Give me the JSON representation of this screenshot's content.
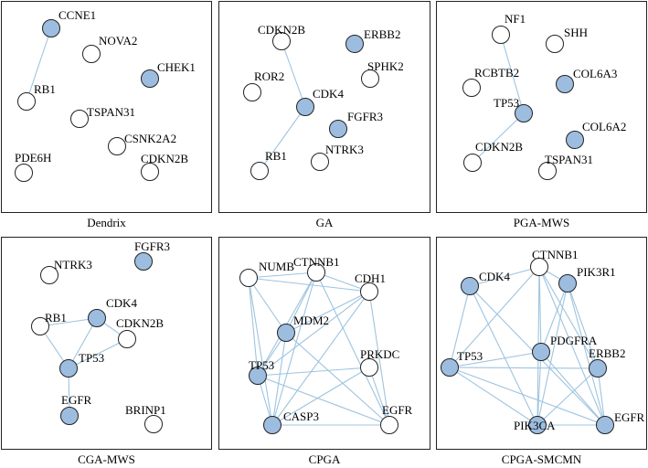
{
  "colors": {
    "filled": "#9dbde0",
    "empty": "#ffffff",
    "stroke": "#222222",
    "edge": "#9ec4df"
  },
  "panels": [
    {
      "caption": "Dendrix",
      "nodes": [
        {
          "id": "CCNE1",
          "label": "CCNE1",
          "filled": true
        },
        {
          "id": "NOVA2",
          "label": "NOVA2",
          "filled": false
        },
        {
          "id": "CHEK1",
          "label": "CHEK1",
          "filled": true
        },
        {
          "id": "RB1",
          "label": "RB1",
          "filled": false
        },
        {
          "id": "TSPAN31",
          "label": "TSPAN31",
          "filled": false
        },
        {
          "id": "CSNK2A2",
          "label": "CSNK2A2",
          "filled": false
        },
        {
          "id": "PDE6H",
          "label": "PDE6H",
          "filled": false
        },
        {
          "id": "CDKN2B",
          "label": "CDKN2B",
          "filled": false
        }
      ],
      "edges": [
        [
          "CCNE1",
          "RB1"
        ]
      ]
    },
    {
      "caption": "GA",
      "nodes": [
        {
          "id": "CDKN2B",
          "label": "CDKN2B",
          "filled": false
        },
        {
          "id": "ERBB2",
          "label": "ERBB2",
          "filled": true
        },
        {
          "id": "SPHK2",
          "label": "SPHK2",
          "filled": false
        },
        {
          "id": "ROR2",
          "label": "ROR2",
          "filled": false
        },
        {
          "id": "CDK4",
          "label": "CDK4",
          "filled": true
        },
        {
          "id": "FGFR3",
          "label": "FGFR3",
          "filled": true
        },
        {
          "id": "RB1",
          "label": "RB1",
          "filled": false
        },
        {
          "id": "NTRK3",
          "label": "NTRK3",
          "filled": false
        }
      ],
      "edges": [
        [
          "CDKN2B",
          "CDK4"
        ],
        [
          "CDK4",
          "RB1"
        ]
      ]
    },
    {
      "caption": "PGA-MWS",
      "nodes": [
        {
          "id": "NF1",
          "label": "NF1",
          "filled": false
        },
        {
          "id": "SHH",
          "label": "SHH",
          "filled": false
        },
        {
          "id": "RCBTB2",
          "label": "RCBTB2",
          "filled": false
        },
        {
          "id": "COL6A3",
          "label": "COL6A3",
          "filled": true
        },
        {
          "id": "TP53",
          "label": "TP53",
          "filled": true
        },
        {
          "id": "COL6A2",
          "label": "COL6A2",
          "filled": true
        },
        {
          "id": "CDKN2B",
          "label": "CDKN2B",
          "filled": false
        },
        {
          "id": "TSPAN31",
          "label": "TSPAN31",
          "filled": false
        }
      ],
      "edges": [
        [
          "NF1",
          "TP53"
        ],
        [
          "TP53",
          "CDKN2B"
        ]
      ]
    },
    {
      "caption": "CGA-MWS",
      "nodes": [
        {
          "id": "NTRK3",
          "label": "NTRK3",
          "filled": false
        },
        {
          "id": "FGFR3",
          "label": "FGFR3",
          "filled": true
        },
        {
          "id": "RB1",
          "label": "RB1",
          "filled": false
        },
        {
          "id": "CDK4",
          "label": "CDK4",
          "filled": true
        },
        {
          "id": "TP53",
          "label": "TP53",
          "filled": true
        },
        {
          "id": "CDKN2B",
          "label": "CDKN2B",
          "filled": false
        },
        {
          "id": "EGFR",
          "label": "EGFR",
          "filled": true
        },
        {
          "id": "BRINP1",
          "label": "BRINP1",
          "filled": false
        }
      ],
      "edges": [
        [
          "RB1",
          "CDK4"
        ],
        [
          "RB1",
          "TP53"
        ],
        [
          "CDK4",
          "TP53"
        ],
        [
          "CDK4",
          "CDKN2B"
        ],
        [
          "TP53",
          "CDKN2B"
        ],
        [
          "TP53",
          "EGFR"
        ]
      ]
    },
    {
      "caption": "CPGA",
      "nodes": [
        {
          "id": "NUMB",
          "label": "NUMB",
          "filled": false
        },
        {
          "id": "CTNNB1",
          "label": "CTNNB1",
          "filled": false
        },
        {
          "id": "CDH1",
          "label": "CDH1",
          "filled": false
        },
        {
          "id": "MDM2",
          "label": "MDM2",
          "filled": true
        },
        {
          "id": "PRKDC",
          "label": "PRKDC",
          "filled": false
        },
        {
          "id": "TP53",
          "label": "TP53",
          "filled": true
        },
        {
          "id": "CASP3",
          "label": "CASP3",
          "filled": true
        },
        {
          "id": "EGFR",
          "label": "EGFR",
          "filled": false
        }
      ],
      "edges": [
        [
          "NUMB",
          "CTNNB1"
        ],
        [
          "NUMB",
          "CDH1"
        ],
        [
          "NUMB",
          "MDM2"
        ],
        [
          "NUMB",
          "TP53"
        ],
        [
          "NUMB",
          "CASP3"
        ],
        [
          "CTNNB1",
          "CDH1"
        ],
        [
          "CTNNB1",
          "MDM2"
        ],
        [
          "CTNNB1",
          "TP53"
        ],
        [
          "CTNNB1",
          "CASP3"
        ],
        [
          "CTNNB1",
          "EGFR"
        ],
        [
          "CDH1",
          "TP53"
        ],
        [
          "CDH1",
          "CASP3"
        ],
        [
          "CDH1",
          "EGFR"
        ],
        [
          "CDH1",
          "MDM2"
        ],
        [
          "MDM2",
          "TP53"
        ],
        [
          "MDM2",
          "CASP3"
        ],
        [
          "MDM2",
          "EGFR"
        ],
        [
          "PRKDC",
          "TP53"
        ],
        [
          "PRKDC",
          "CASP3"
        ],
        [
          "PRKDC",
          "EGFR"
        ],
        [
          "TP53",
          "CASP3"
        ],
        [
          "TP53",
          "EGFR"
        ],
        [
          "CASP3",
          "EGFR"
        ]
      ]
    },
    {
      "caption": "CPGA-SMCMN",
      "nodes": [
        {
          "id": "CTNNB1",
          "label": "CTNNB1",
          "filled": false
        },
        {
          "id": "CDK4",
          "label": "CDK4",
          "filled": true
        },
        {
          "id": "PIK3R1",
          "label": "PIK3R1",
          "filled": true
        },
        {
          "id": "PDGFRA",
          "label": "PDGFRA",
          "filled": true
        },
        {
          "id": "TP53",
          "label": "TP53",
          "filled": true
        },
        {
          "id": "ERBB2",
          "label": "ERBB2",
          "filled": true
        },
        {
          "id": "PIK3CA",
          "label": "PIK3CA",
          "filled": true
        },
        {
          "id": "EGFR",
          "label": "EGFR",
          "filled": true
        }
      ],
      "edges": [
        [
          "CTNNB1",
          "CDK4"
        ],
        [
          "CTNNB1",
          "PIK3R1"
        ],
        [
          "CTNNB1",
          "PDGFRA"
        ],
        [
          "CTNNB1",
          "TP53"
        ],
        [
          "CTNNB1",
          "ERBB2"
        ],
        [
          "CTNNB1",
          "PIK3CA"
        ],
        [
          "CTNNB1",
          "EGFR"
        ],
        [
          "CDK4",
          "TP53"
        ],
        [
          "CDK4",
          "PIK3CA"
        ],
        [
          "CDK4",
          "EGFR"
        ],
        [
          "PIK3R1",
          "PDGFRA"
        ],
        [
          "PIK3R1",
          "ERBB2"
        ],
        [
          "PIK3R1",
          "PIK3CA"
        ],
        [
          "PIK3R1",
          "EGFR"
        ],
        [
          "PDGFRA",
          "PIK3CA"
        ],
        [
          "PDGFRA",
          "EGFR"
        ],
        [
          "PDGFRA",
          "TP53"
        ],
        [
          "TP53",
          "PIK3CA"
        ],
        [
          "TP53",
          "EGFR"
        ],
        [
          "TP53",
          "ERBB2"
        ],
        [
          "ERBB2",
          "PIK3CA"
        ],
        [
          "ERBB2",
          "EGFR"
        ],
        [
          "PIK3CA",
          "EGFR"
        ]
      ]
    }
  ]
}
